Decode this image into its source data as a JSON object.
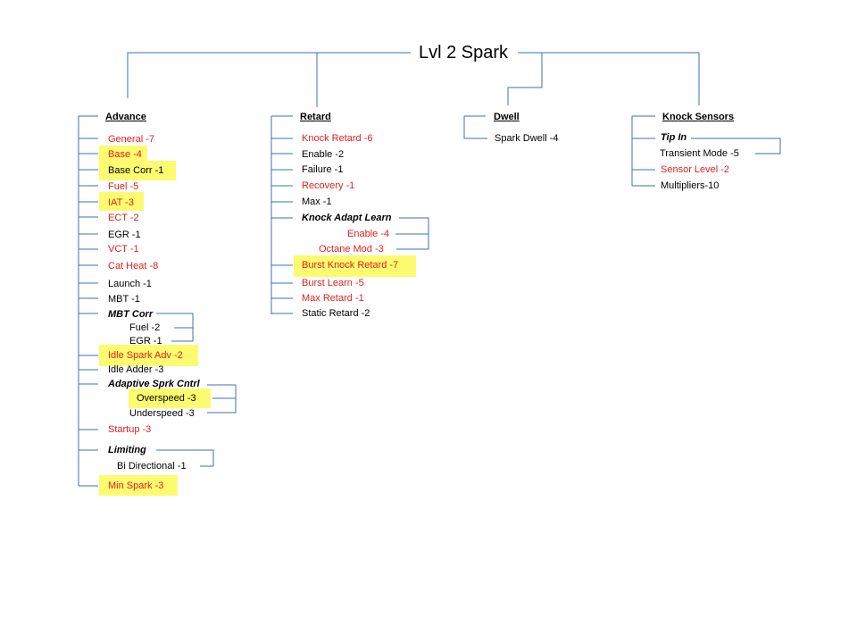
{
  "title": "Lvl 2 Spark",
  "colors": {
    "line": "#3f6fb4",
    "red_text": "#e0201e",
    "highlight": "#fdfb6f"
  },
  "advance": {
    "header": "Advance",
    "items": [
      "General -7",
      "Base -4",
      "Base Corr -1",
      "Fuel -5",
      "IAT -3",
      "ECT -2",
      "EGR -1",
      "VCT -1",
      "Cat Heat -8",
      "Launch -1",
      "MBT -1"
    ],
    "mbt_corr": {
      "label": "MBT Corr",
      "children": [
        "Fuel -2",
        "EGR -1"
      ]
    },
    "idle_spark_adv": "Idle Spark Adv -2",
    "idle_adder": "Idle Adder -3",
    "adaptive": {
      "label": "Adaptive Sprk Cntrl",
      "children": [
        "Overspeed -3",
        "Underspeed -3"
      ]
    },
    "startup": "Startup -3",
    "limiting": {
      "label": "Limiting",
      "children": [
        "Bi Directional -1"
      ]
    },
    "min_spark": "Min Spark -3"
  },
  "retard": {
    "header": "Retard",
    "items": [
      "Knock Retard -6",
      "Enable -2",
      "Failure -1",
      "Recovery -1",
      "Max -1"
    ],
    "knock_adapt": {
      "label": "Knock Adapt Learn",
      "children": [
        "Enable -4",
        "Octane Mod -3"
      ]
    },
    "items2": [
      "Burst Knock Retard -7",
      "Burst Learn -5",
      "Max Retard -1",
      "Static Retard -2"
    ]
  },
  "dwell": {
    "header": "Dwell",
    "items": [
      "Spark Dwell -4"
    ]
  },
  "knock_sensors": {
    "header": "Knock Sensors",
    "tip_in": {
      "label": "Tip In",
      "children": [
        "Transient Mode -5"
      ]
    },
    "items": [
      "Sensor Level -2",
      "Multipliers-10"
    ]
  }
}
